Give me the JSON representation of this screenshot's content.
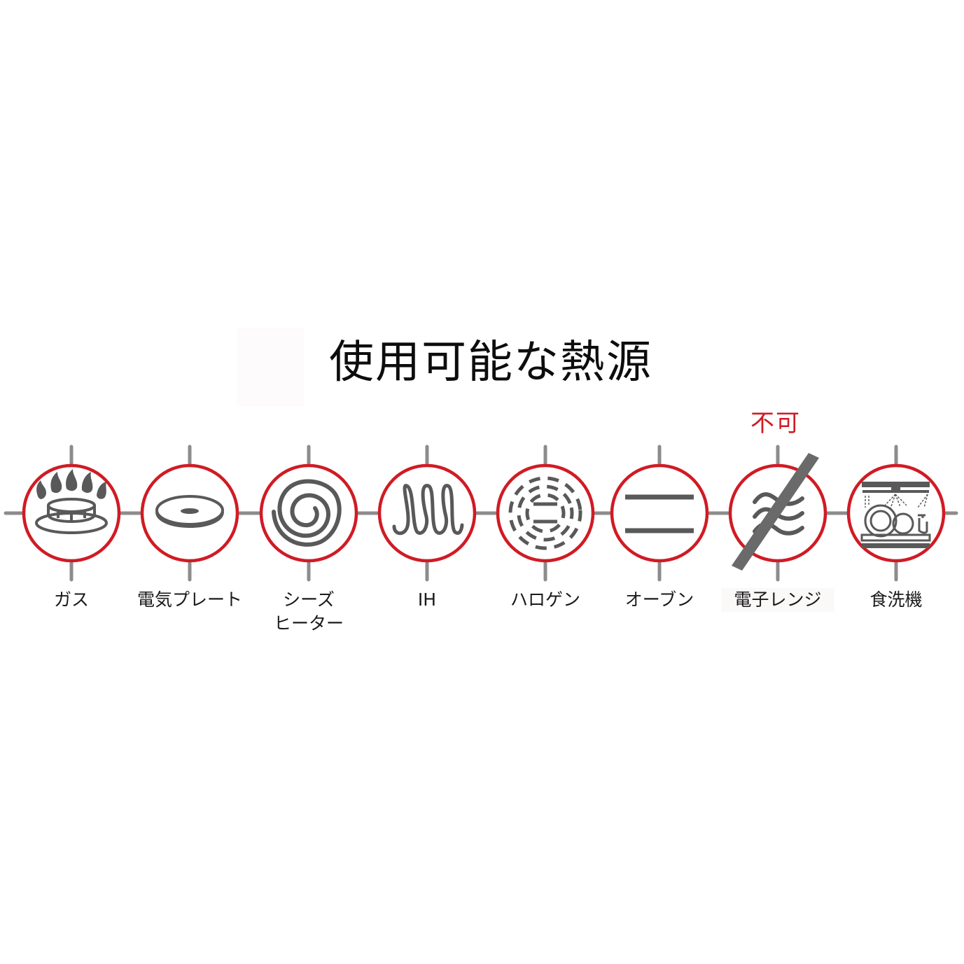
{
  "title": "使用可能な熱源",
  "not_allowed_label": "不可",
  "colors": {
    "ring": "#d01b24",
    "icon": "#595959",
    "line": "#8c8c8c",
    "text": "#111111",
    "accent_text": "#d01b24"
  },
  "heat_sources": [
    {
      "id": "gas",
      "icon": "gas-burner-icon",
      "label": "ガス",
      "label2": "",
      "allowed": true
    },
    {
      "id": "electric-plate",
      "icon": "electric-plate-icon",
      "label": "電気プレート",
      "label2": "",
      "allowed": true
    },
    {
      "id": "sheathed-heater",
      "icon": "spiral-heater-icon",
      "label": "シーズ",
      "label2": "ヒーター",
      "allowed": true
    },
    {
      "id": "ih",
      "icon": "induction-coil-icon",
      "label": "IH",
      "label2": "",
      "allowed": true
    },
    {
      "id": "halogen",
      "icon": "halogen-icon",
      "label": "ハロゲン",
      "label2": "",
      "allowed": true
    },
    {
      "id": "oven",
      "icon": "oven-icon",
      "label": "オーブン",
      "label2": "",
      "allowed": true
    },
    {
      "id": "microwave",
      "icon": "microwave-waves-icon",
      "label": "電子レンジ",
      "label2": "",
      "allowed": false
    },
    {
      "id": "dishwasher",
      "icon": "dishwasher-icon",
      "label": "食洗機",
      "label2": "",
      "allowed": true
    }
  ]
}
